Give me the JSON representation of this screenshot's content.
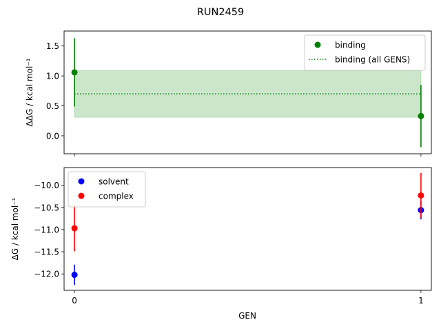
{
  "figure": {
    "title": "RUN2459",
    "xlabel": "GEN"
  },
  "chart_data": [
    {
      "type": "scatter",
      "panel": "top",
      "ylabel": "ΔΔG / kcal mol⁻¹",
      "xlim": [
        -0.03,
        1.03
      ],
      "ylim": [
        -0.3,
        1.75
      ],
      "yticks": [
        0.0,
        0.5,
        1.0,
        1.5
      ],
      "ytick_labels": [
        "0.0",
        "0.5",
        "1.0",
        "1.5"
      ],
      "xticks": [
        0,
        1
      ],
      "xtick_labels": [
        "",
        ""
      ],
      "legend_position": "top-right",
      "series": [
        {
          "name": "binding",
          "color": "#008000",
          "x": [
            0,
            1
          ],
          "y": [
            1.06,
            0.33
          ],
          "err": [
            0.57,
            0.52
          ]
        }
      ],
      "reference": {
        "name": "binding (all GENS)",
        "color": "#008000",
        "style": "dotted",
        "value": 0.7,
        "band": [
          0.31,
          1.09
        ],
        "x_range": [
          0,
          1
        ]
      }
    },
    {
      "type": "scatter",
      "panel": "bottom",
      "ylabel": "ΔG / kcal mol⁻¹",
      "xlim": [
        -0.03,
        1.03
      ],
      "ylim": [
        -12.37,
        -9.6
      ],
      "yticks": [
        -12.0,
        -11.5,
        -11.0,
        -10.5,
        -10.0
      ],
      "ytick_labels": [
        "−12.0",
        "−11.5",
        "−11.0",
        "−10.5",
        "−10.0"
      ],
      "xticks": [
        0,
        1
      ],
      "xtick_labels": [
        "0",
        "1"
      ],
      "legend_position": "top-left",
      "series": [
        {
          "name": "solvent",
          "color": "#0000ff",
          "x": [
            0,
            1
          ],
          "y": [
            -12.02,
            -10.56
          ],
          "err": [
            0.23,
            0.21
          ]
        },
        {
          "name": "complex",
          "color": "#ff0000",
          "x": [
            0,
            1
          ],
          "y": [
            -10.97,
            -10.23
          ],
          "err": [
            0.52,
            0.51
          ]
        }
      ]
    }
  ]
}
